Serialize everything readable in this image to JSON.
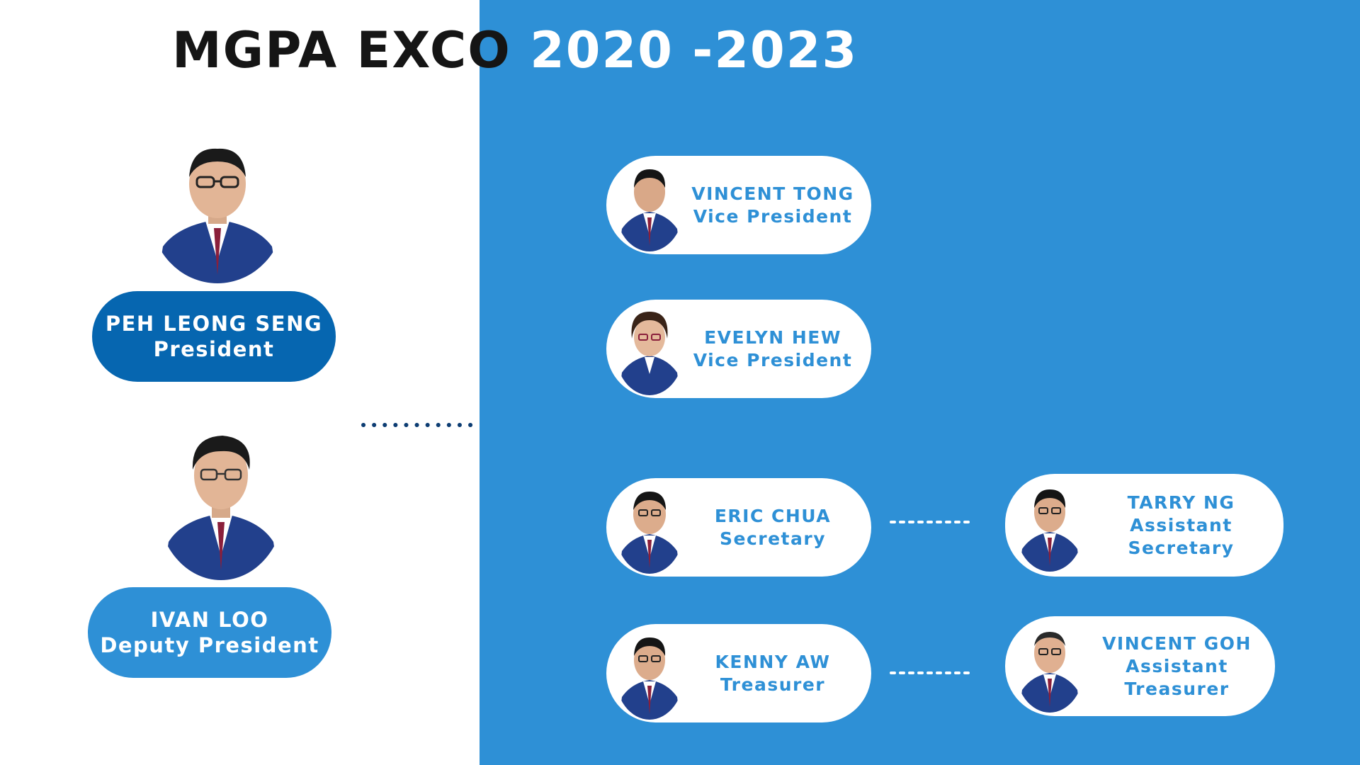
{
  "title": {
    "part1": "MGPA EXCO",
    "part2": "2020 -2023"
  },
  "colors": {
    "panel": "#2e90d6",
    "president_pill": "#0666b0",
    "deputy_pill": "#2e90d6",
    "suit": "#22408c",
    "tie": "#8a1f3b"
  },
  "leaders": [
    {
      "name": "PEH LEONG SENG",
      "role": "President",
      "icon": "portrait-photo"
    },
    {
      "name": "IVAN LOO",
      "role": "Deputy President",
      "icon": "portrait-photo"
    }
  ],
  "members": [
    {
      "name": "VINCENT TONG",
      "role": "Vice President"
    },
    {
      "name": "EVELYN HEW",
      "role": "Vice President"
    },
    {
      "name": "ERIC CHUA",
      "role": "Secretary"
    },
    {
      "name": "TARRY NG",
      "role_line1": "Assistant",
      "role_line2": "Secretary"
    },
    {
      "name": "KENNY AW",
      "role": "Treasurer"
    },
    {
      "name": "VINCENT GOH",
      "role_line1": "Assistant",
      "role_line2": "Treasurer"
    }
  ]
}
